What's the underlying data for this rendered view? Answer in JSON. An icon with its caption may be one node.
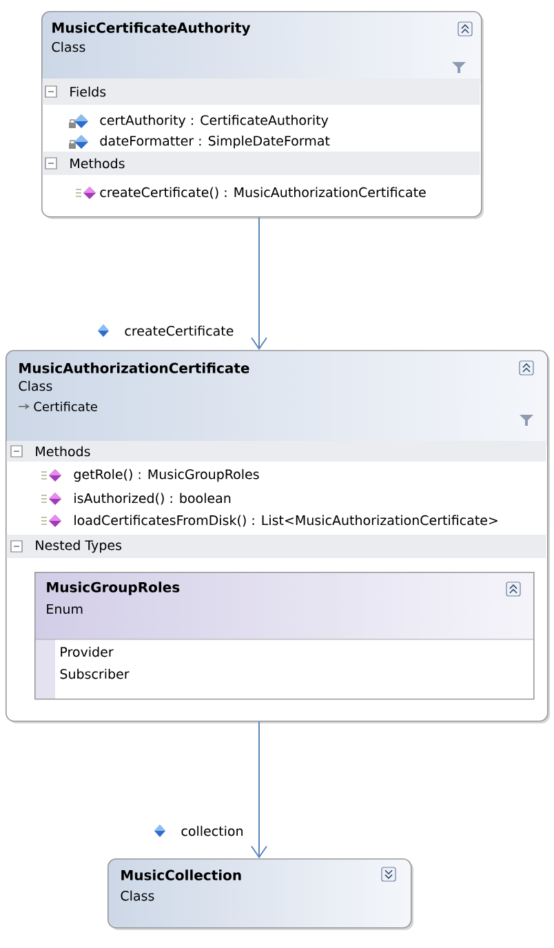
{
  "diagram": {
    "nodes": [
      {
        "text": [
          "MusicCertificateAuthority",
          "Class",
          "Fields",
          "certAuthority : CertificateAuthority",
          "dateFormatter : SimpleDateFormat",
          "Methods",
          "createCertificate() : MusicAuthorizationCertificate"
        ]
      },
      {
        "text": [
          "MusicAuthorizationCertificate",
          "Class",
          "Certificate",
          "Methods",
          "getRole() : MusicGroupRoles",
          "isAuthorized() : boolean",
          "loadCertificatesFromDisk() : List<MusicAuthorizationCertificate>",
          "Nested Types"
        ]
      },
      {
        "text": [
          "MusicGroupRoles",
          "Enum",
          "Provider",
          "Subscriber"
        ],
        "in": 1
      },
      {
        "text": [
          "MusicCollection",
          "Class"
        ]
      }
    ],
    "edges": [
      {
        "from": 0,
        "to": 1,
        "arrow": "to",
        "label": "createCertificate"
      },
      {
        "from": 1,
        "to": 3,
        "arrow": "to",
        "label": "collection"
      }
    ]
  }
}
